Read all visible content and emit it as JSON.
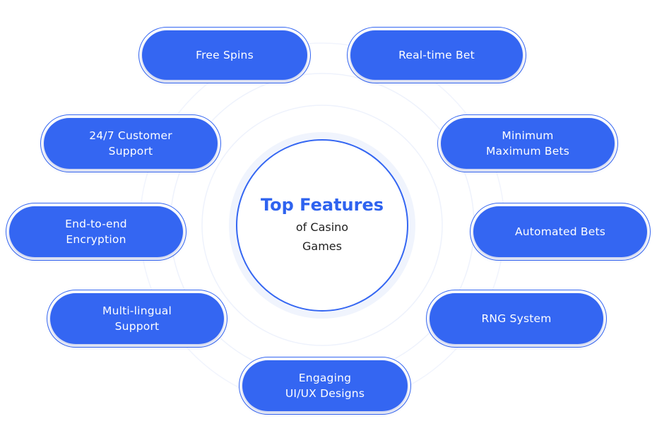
{
  "center": {
    "title": "Top Features",
    "subtitle_line1": "of Casino",
    "subtitle_line2": "Games"
  },
  "features": {
    "free_spins": "Free Spins",
    "real_time_bet": "Real-time Bet",
    "customer_support": "24/7 Customer\nSupport",
    "min_max_bets": "Minimum\nMaximum Bets",
    "encryption": "End-to-end\nEncryption",
    "automated_bets": "Automated Bets",
    "multilingual": "Multi-lingual\nSupport",
    "rng_system": "RNG System",
    "ui_ux": "Engaging\nUI/UX Designs"
  },
  "colors": {
    "accent": "#3466f2",
    "title_blue": "#2f63ef",
    "ring": "#e6ecfb"
  }
}
